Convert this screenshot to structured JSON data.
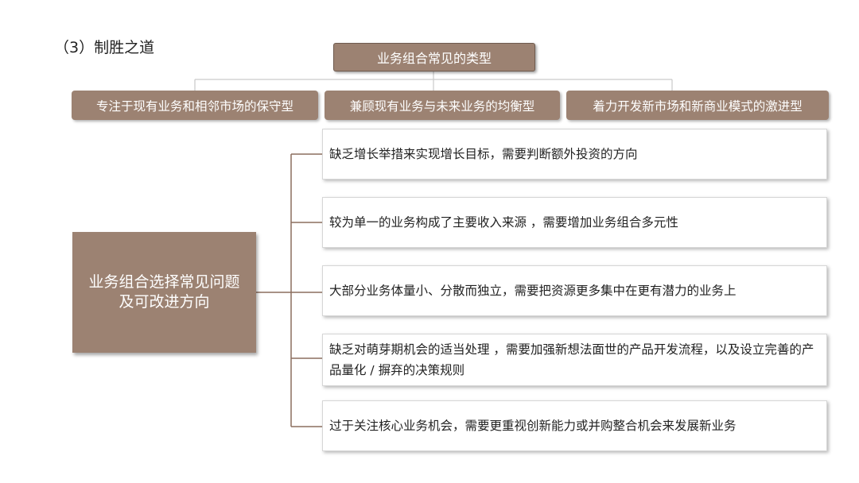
{
  "section_title": "（3）制胜之道",
  "root": {
    "label": "业务组合常见的类型"
  },
  "types": [
    {
      "label": "专注于现有业务和相邻市场的保守型"
    },
    {
      "label": "兼顾现有业务与未来业务的均衡型"
    },
    {
      "label": "着力开发新市场和新商业模式的激进型"
    }
  ],
  "problems": {
    "title_line1": "业务组合选择常见问题",
    "title_line2": "及可改进方向",
    "items": [
      {
        "text": "缺乏增长举措来实现增长目标，需要判断额外投资的方向"
      },
      {
        "text": "较为单一的业务构成了主要收入来源 ，需要增加业务组合多元性"
      },
      {
        "text": "大部分业务体量小、分散而独立，需要把资源更多集中在更有潜力的业务上"
      },
      {
        "text": "缺乏对萌芽期机会的适当处理 ，需要加强新想法面世的产品开发流程，以及设立完善的产品量化 / 摒弃的决策规则"
      },
      {
        "text": "过于关注核心业务机会，需要更重视创新能力或并购整合机会来发展新业务"
      }
    ]
  },
  "colors": {
    "box_fill": "#9c8272",
    "connector_top": "#c9c9c9",
    "connector_bracket": "#8c6e5e"
  }
}
